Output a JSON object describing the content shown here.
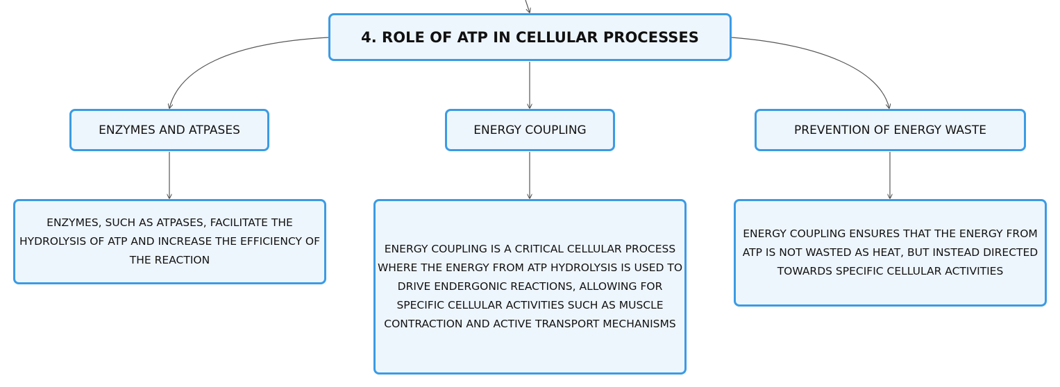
{
  "diagram": {
    "root": {
      "label": "4. ROLE OF ATP IN CELLULAR PROCESSES"
    },
    "branches": [
      {
        "label": "ENZYMES AND ATPASES",
        "detail": "ENZYMES, SUCH AS ATPASES, FACILITATE THE HYDROLYSIS OF ATP AND INCREASE THE EFFICIENCY OF THE REACTION"
      },
      {
        "label": "ENERGY COUPLING",
        "detail": "ENERGY COUPLING IS A CRITICAL CELLULAR PROCESS WHERE THE ENERGY FROM ATP HYDROLYSIS IS USED TO DRIVE ENDERGONIC REACTIONS, ALLOWING FOR SPECIFIC CELLULAR ACTIVITIES SUCH AS MUSCLE CONTRACTION AND ACTIVE TRANSPORT MECHANISMS"
      },
      {
        "label": "PREVENTION OF ENERGY WASTE",
        "detail": "ENERGY COUPLING ENSURES THAT THE ENERGY FROM ATP IS NOT WASTED AS HEAT, BUT INSTEAD DIRECTED TOWARDS SPECIFIC CELLULAR ACTIVITIES"
      }
    ]
  },
  "colors": {
    "node_border": "#3b9be4",
    "node_fill": "#eef6fd",
    "connector": "#555555",
    "text": "#111111"
  }
}
